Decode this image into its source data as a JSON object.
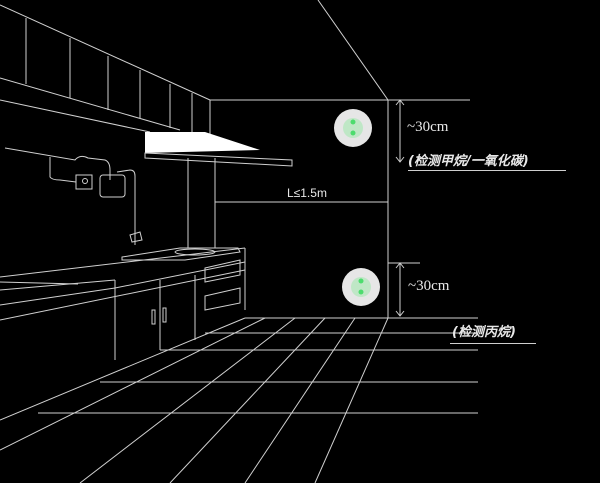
{
  "diagram": {
    "title": "Kitchen gas detector installation diagram",
    "colors": {
      "background": "#000000",
      "line": "#d8d8d8",
      "hood": "#ffffff",
      "detector_body": "#e6e6e6",
      "detector_led": "#4ddc6e"
    },
    "detectors": [
      {
        "position": "upper",
        "distance_label": "~30cm",
        "gas_label": "(检测甲烷/一氧化碳)",
        "reference": "ceiling"
      },
      {
        "position": "lower",
        "distance_label": "~30cm",
        "gas_label": "(检测丙烷)",
        "reference": "floor"
      }
    ],
    "horizontal_distance_label": "L≤1.5m"
  }
}
